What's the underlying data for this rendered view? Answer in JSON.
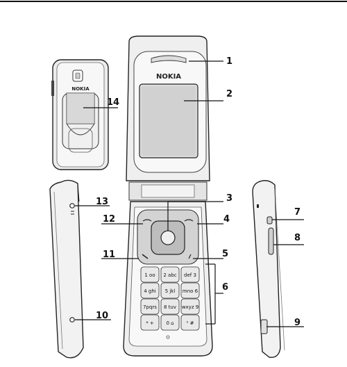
{
  "brand": {
    "main_front": "NOKIA",
    "closed_front": "NOKIA"
  },
  "callouts": [
    "1",
    "2",
    "3",
    "4",
    "5",
    "6",
    "7",
    "8",
    "9",
    "10",
    "11",
    "12",
    "13",
    "14"
  ],
  "keypad": [
    [
      "1 oo",
      "2 abc",
      "def 3"
    ],
    [
      "4 ghi",
      "5 jkl",
      "mno 6"
    ],
    [
      "7pqrs",
      "8 tuv",
      "wxyz 9"
    ],
    [
      "* +",
      "0 ⌂",
      "⁰ # "
    ]
  ],
  "colors": {
    "outline": "#222222",
    "body_light": "#f2f2f2",
    "body_mid": "#d9d9d9",
    "body_dark": "#8c8c8c",
    "nav_ring": "#c7c7c7"
  }
}
